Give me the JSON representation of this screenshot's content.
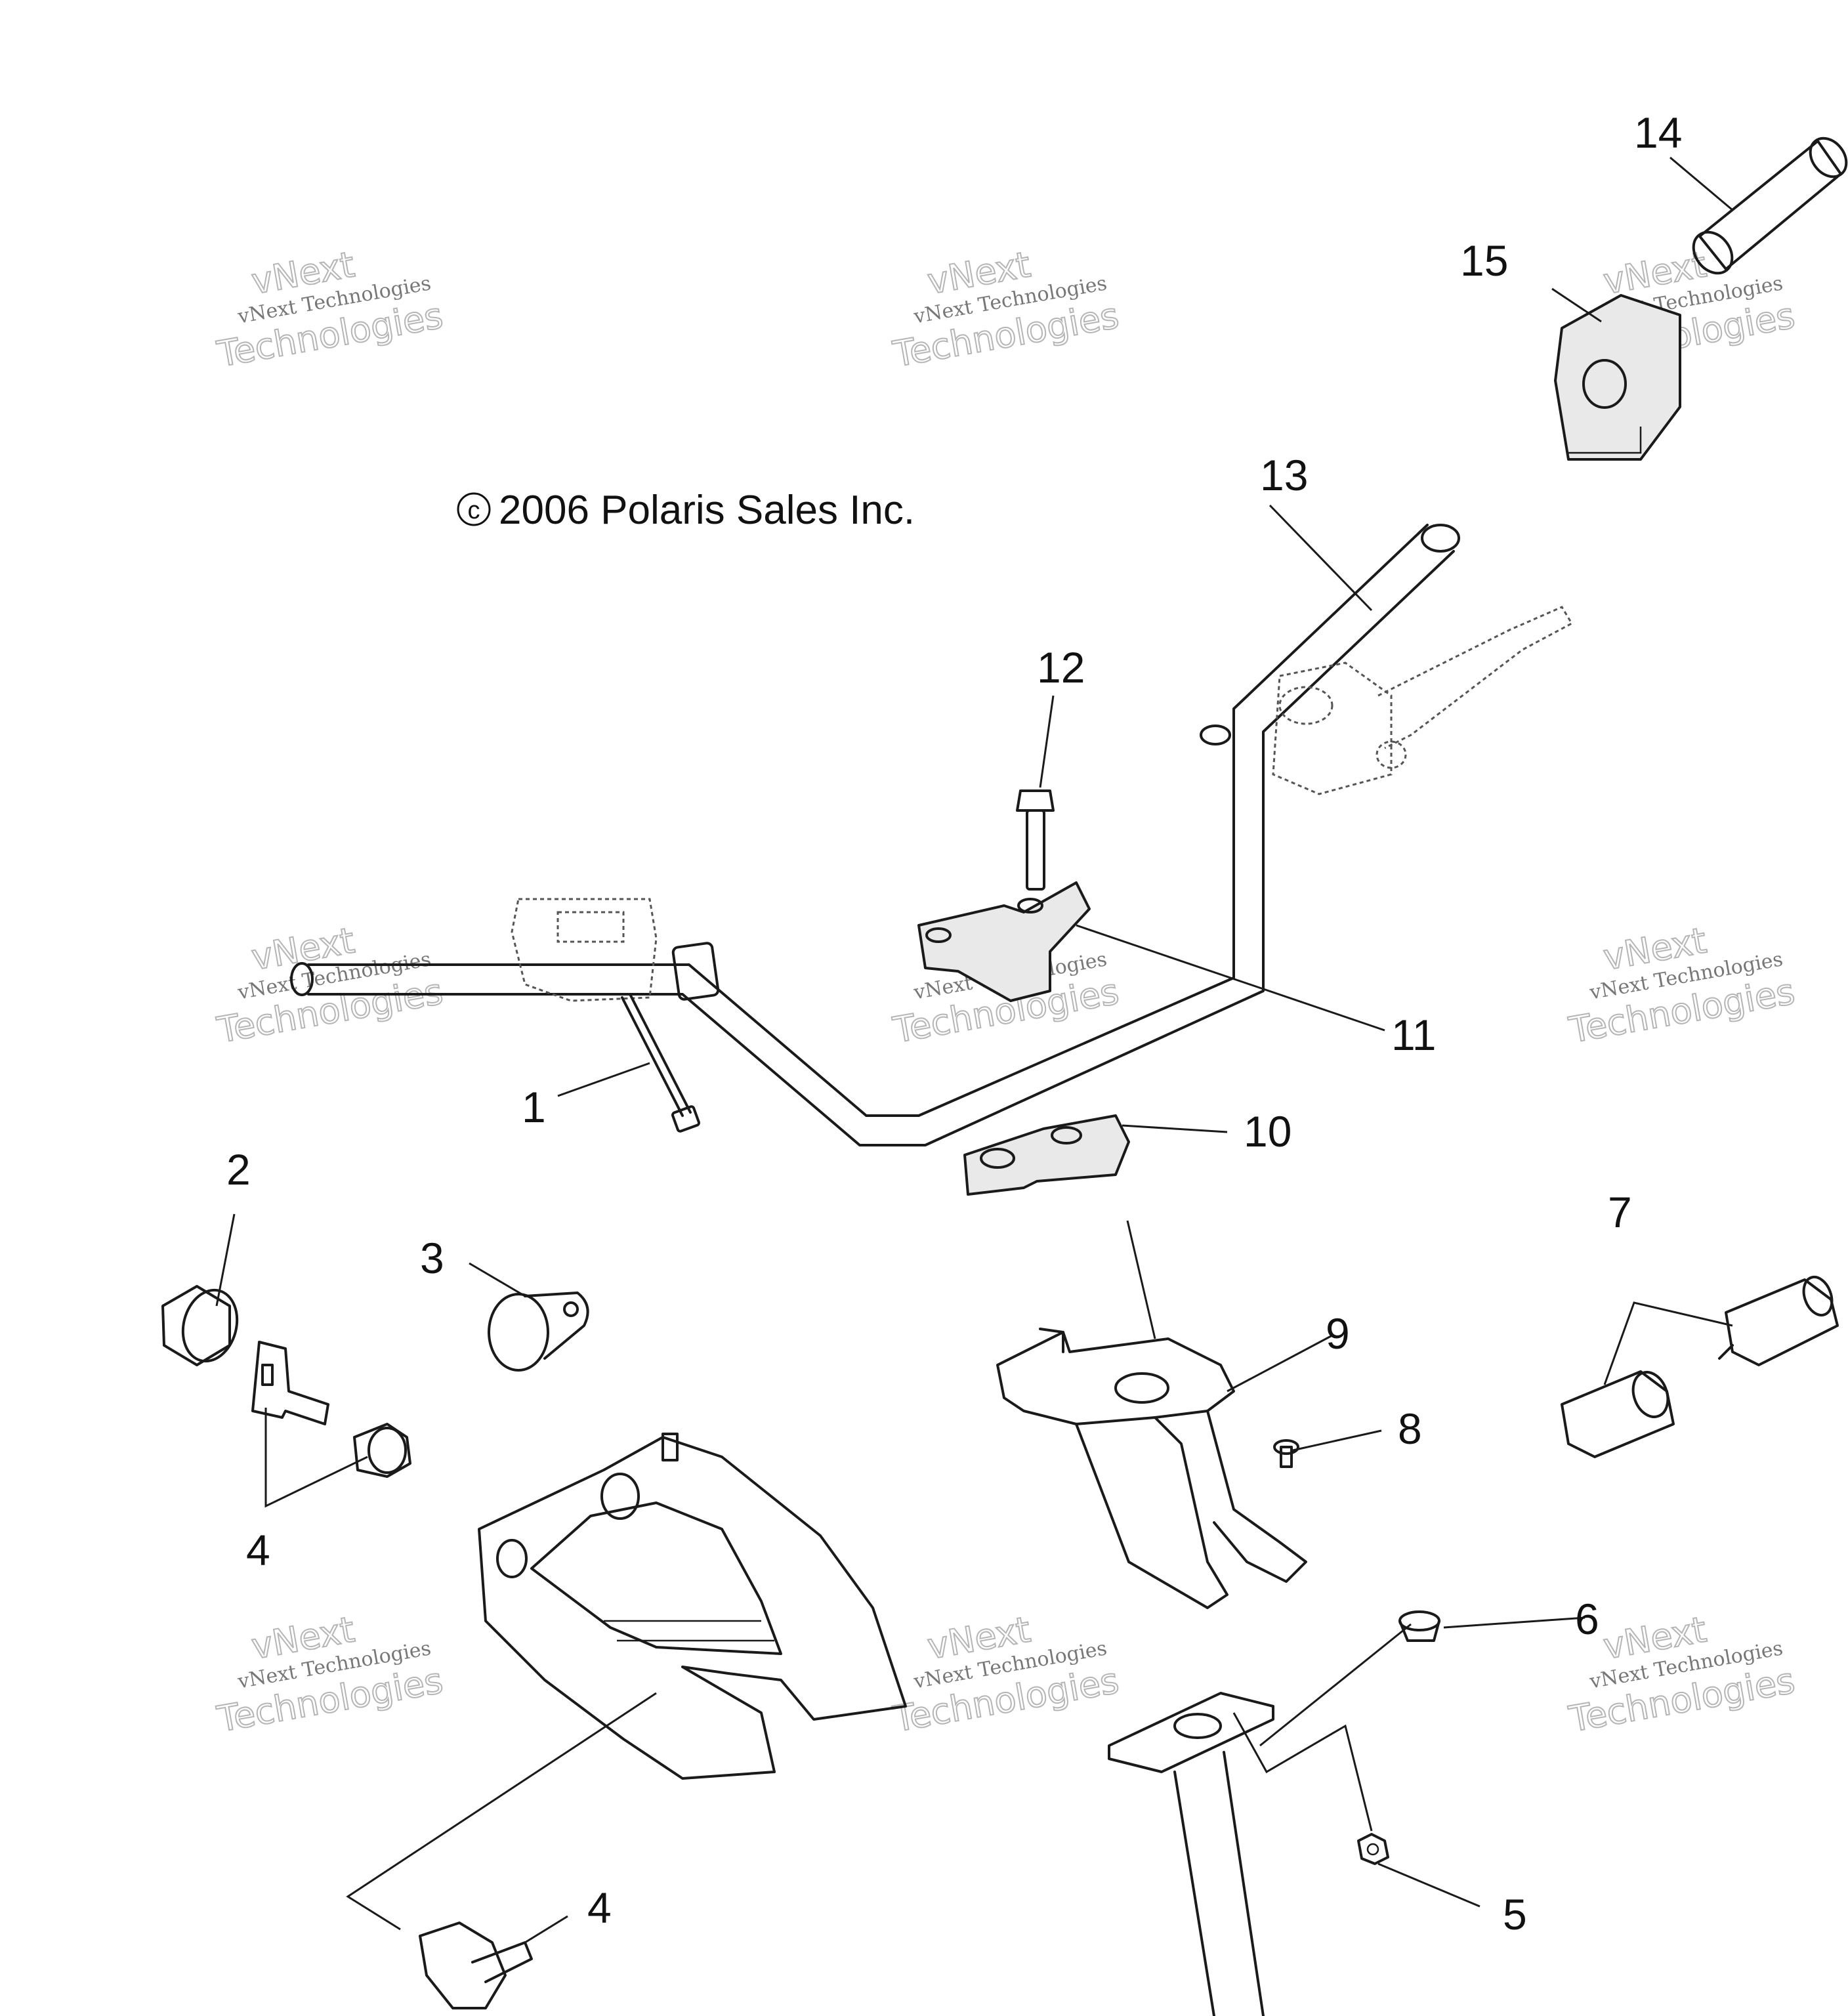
{
  "copyright": "2006 Polaris Sales Inc.",
  "copyright_symbol": "c",
  "watermark": {
    "line1": "vNext",
    "line2": "vNext Technologies",
    "line3": "Technologies"
  },
  "callouts": {
    "c1": "1",
    "c2": "2",
    "c3": "3",
    "c4a": "4",
    "c4b": "4",
    "c5": "5",
    "c6": "6",
    "c7": "7",
    "c8": "8",
    "c9": "9",
    "c10": "10",
    "c11": "11",
    "c12": "12",
    "c13": "13",
    "c14": "14",
    "c15": "15"
  },
  "colors": {
    "line": "#1a1a1a",
    "watermark": "#b5b5b5",
    "background": "#ffffff"
  }
}
